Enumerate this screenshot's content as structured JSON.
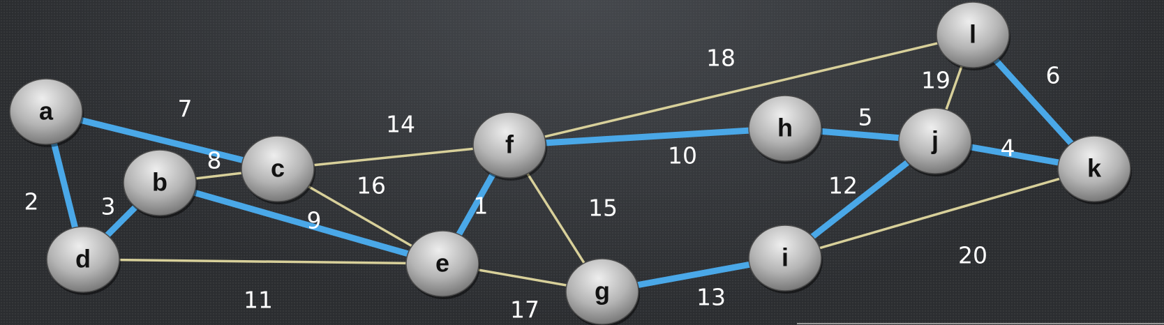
{
  "graph": {
    "nodes": [
      {
        "id": "a",
        "label": "a"
      },
      {
        "id": "b",
        "label": "b"
      },
      {
        "id": "c",
        "label": "c"
      },
      {
        "id": "d",
        "label": "d"
      },
      {
        "id": "e",
        "label": "e"
      },
      {
        "id": "f",
        "label": "f"
      },
      {
        "id": "g",
        "label": "g"
      },
      {
        "id": "h",
        "label": "h"
      },
      {
        "id": "i",
        "label": "i"
      },
      {
        "id": "j",
        "label": "j"
      },
      {
        "id": "k",
        "label": "k"
      },
      {
        "id": "l",
        "label": "l"
      }
    ],
    "edges": [
      {
        "from": "a",
        "to": "c",
        "weight": "7",
        "in_tree": true
      },
      {
        "from": "a",
        "to": "d",
        "weight": "2",
        "in_tree": true
      },
      {
        "from": "b",
        "to": "c",
        "weight": "8",
        "in_tree": false
      },
      {
        "from": "b",
        "to": "d",
        "weight": "3",
        "in_tree": true
      },
      {
        "from": "b",
        "to": "e",
        "weight": "9",
        "in_tree": true
      },
      {
        "from": "c",
        "to": "f",
        "weight": "14",
        "in_tree": false
      },
      {
        "from": "c",
        "to": "e",
        "weight": "16",
        "in_tree": false
      },
      {
        "from": "d",
        "to": "e",
        "weight": "11",
        "in_tree": false
      },
      {
        "from": "e",
        "to": "f",
        "weight": "1",
        "in_tree": true
      },
      {
        "from": "e",
        "to": "g",
        "weight": "17",
        "in_tree": false
      },
      {
        "from": "f",
        "to": "g",
        "weight": "15",
        "in_tree": false
      },
      {
        "from": "f",
        "to": "h",
        "weight": "10",
        "in_tree": true
      },
      {
        "from": "f",
        "to": "l",
        "weight": "18",
        "in_tree": false
      },
      {
        "from": "g",
        "to": "i",
        "weight": "13",
        "in_tree": true
      },
      {
        "from": "h",
        "to": "j",
        "weight": "5",
        "in_tree": true
      },
      {
        "from": "i",
        "to": "j",
        "weight": "12",
        "in_tree": true
      },
      {
        "from": "i",
        "to": "k",
        "weight": "20",
        "in_tree": false
      },
      {
        "from": "j",
        "to": "k",
        "weight": "4",
        "in_tree": true
      },
      {
        "from": "j",
        "to": "l",
        "weight": "19",
        "in_tree": false
      },
      {
        "from": "l",
        "to": "k",
        "weight": "6",
        "in_tree": true
      }
    ]
  },
  "colors": {
    "tree_edge": "#4aa8e8",
    "other_edge": "#d8d09a",
    "node_light": "#e6e6e6",
    "node_dark": "#7a7a7a",
    "label_text": "#111111",
    "weight_text": "#ffffff"
  }
}
